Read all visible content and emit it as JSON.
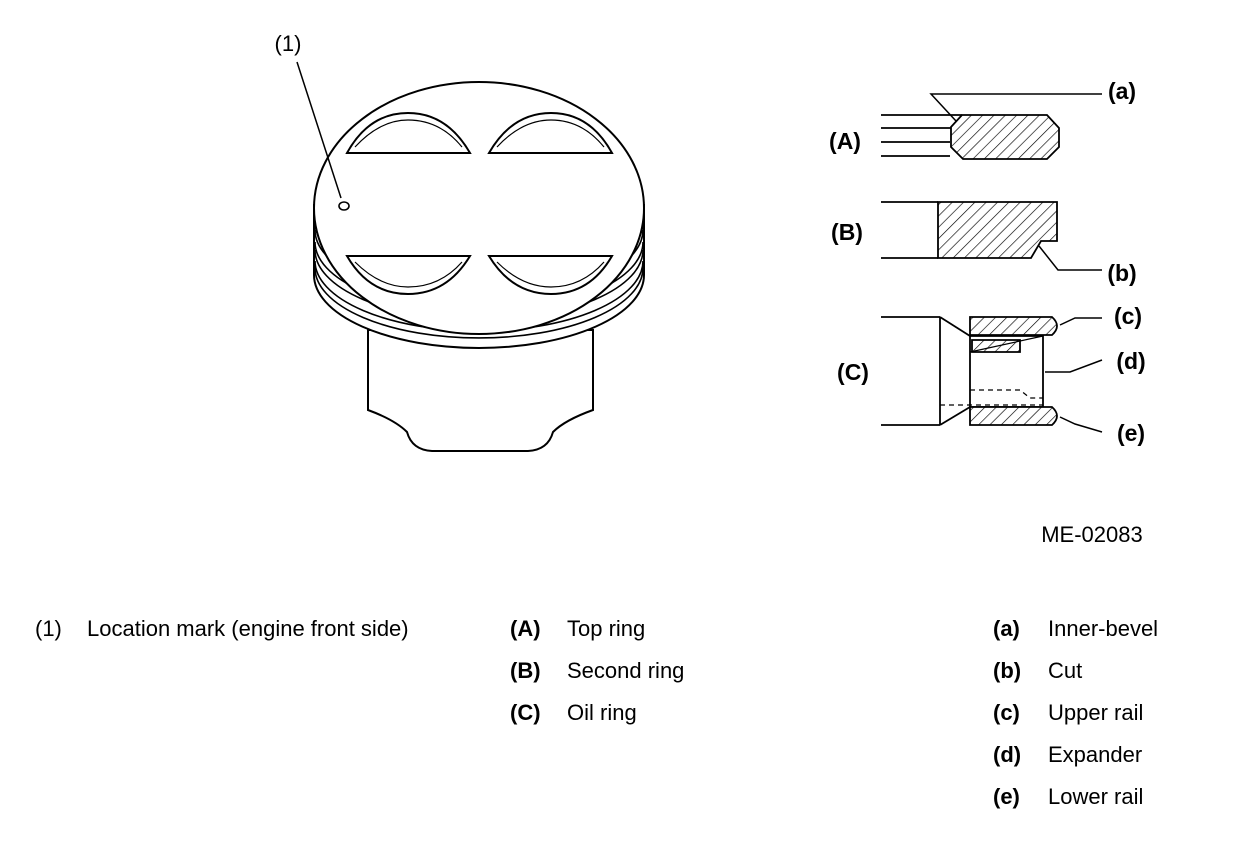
{
  "figure": {
    "piston_callout": "(1)",
    "ring_callouts": {
      "A": "(A)",
      "B": "(B)",
      "C": "(C)"
    },
    "part_callouts": {
      "a": "(a)",
      "b": "(b)",
      "c": "(c)",
      "d": "(d)",
      "e": "(e)"
    },
    "code": "ME-02083"
  },
  "legend": {
    "mark": [
      {
        "key": "(1)",
        "text": "Location mark (engine front side)"
      }
    ],
    "rings": [
      {
        "key": "(A)",
        "text": "Top ring"
      },
      {
        "key": "(B)",
        "text": "Second ring"
      },
      {
        "key": "(C)",
        "text": "Oil ring"
      }
    ],
    "parts": [
      {
        "key": "(a)",
        "text": "Inner-bevel"
      },
      {
        "key": "(b)",
        "text": "Cut"
      },
      {
        "key": "(c)",
        "text": "Upper rail"
      },
      {
        "key": "(d)",
        "text": "Expander"
      },
      {
        "key": "(e)",
        "text": "Lower rail"
      }
    ]
  }
}
